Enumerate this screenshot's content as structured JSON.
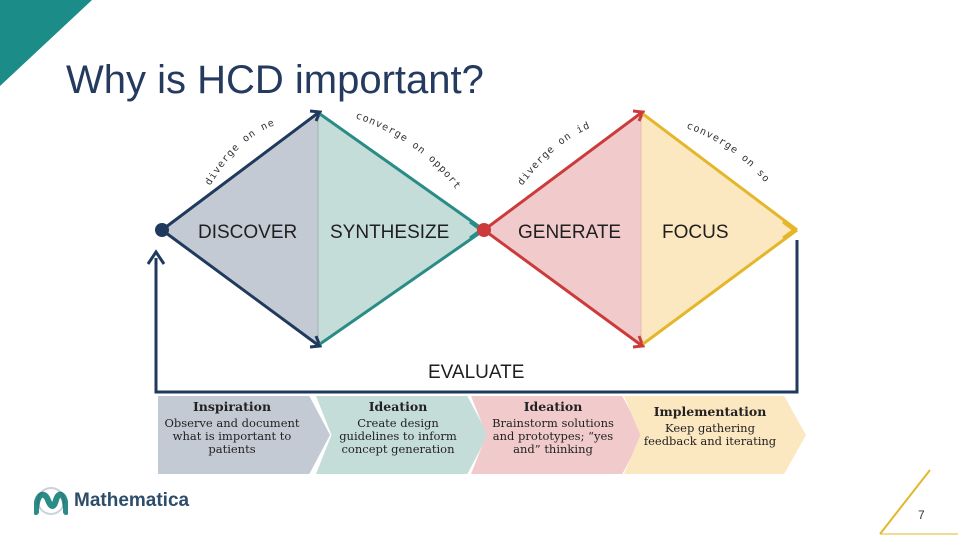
{
  "title": "Why is HCD important?",
  "colors": {
    "teal_corner": "#1b8c87",
    "navy": "#1f3a5c",
    "discover_fill": "#c4cad4",
    "synthesize_fill": "#c5ddd8",
    "generate_fill": "#f1cbcc",
    "focus_fill": "#fbe7c0",
    "teal_arrow": "#2a8c86",
    "red": "#cc3b3b",
    "yellow": "#e4b72a"
  },
  "phases": {
    "discover": "DISCOVER",
    "synthesize": "SYNTHESIZE",
    "generate": "GENERATE",
    "focus": "FOCUS",
    "evaluate": "EVALUATE"
  },
  "arc_labels": {
    "diverge_needs": "diverge on needs",
    "converge_opportunities": "converge on opportunities",
    "diverge_ideas": "diverge on ideas",
    "converge_solutions": "converge on solutions"
  },
  "steps": [
    {
      "title": "Inspiration",
      "text": "Observe and document what is important to patients"
    },
    {
      "title": "Ideation",
      "text": "Create design guidelines to inform concept generation"
    },
    {
      "title": "Ideation",
      "text": "Brainstorm solutions and prototypes; “yes and” thinking"
    },
    {
      "title": "Implementation",
      "text": "Keep gathering feedback and iterating"
    }
  ],
  "logo": {
    "name": "Mathematica",
    "icon": "mathematica-m-icon"
  },
  "page_number": "7"
}
